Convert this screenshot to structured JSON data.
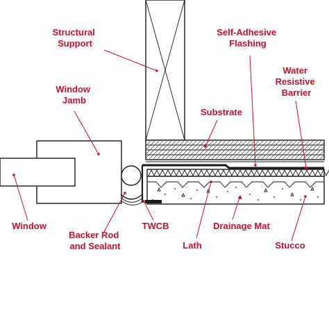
{
  "labels": {
    "structural_support": [
      "Structural",
      "Support"
    ],
    "self_adhesive_flashing": [
      "Self-Adhesive",
      "Flashing"
    ],
    "water_resistive_barrier": [
      "Water",
      "Resistive",
      "Barrier"
    ],
    "window_jamb": [
      "Window",
      "Jamb"
    ],
    "substrate": [
      "Substrate"
    ],
    "window": [
      "Window"
    ],
    "backer_rod_and_sealant": [
      "Backer Rod",
      "and Sealant"
    ],
    "twcb": [
      "TWCB"
    ],
    "drainage_mat": [
      "Drainage Mat"
    ],
    "lath": [
      "Lath"
    ],
    "stucco": [
      "Stucco"
    ]
  },
  "colors": {
    "label": "#c8102e",
    "line": "#1a1a1a",
    "background": "#ffffff"
  }
}
